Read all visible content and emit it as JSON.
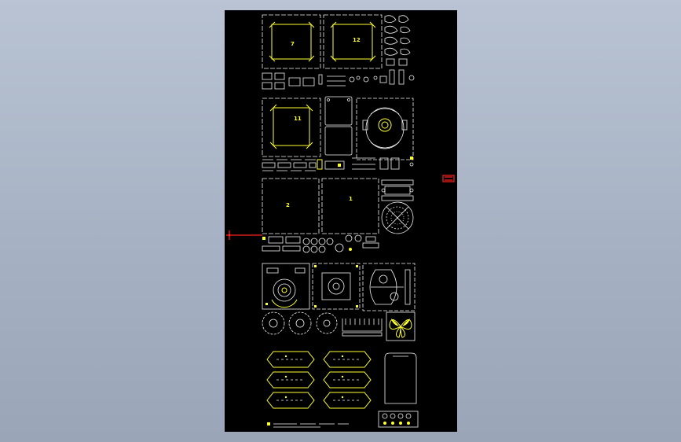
{
  "canvas": {
    "background": "#a9b4c6",
    "sheet_color": "#000000"
  },
  "colors": {
    "outline": "#f2f2f2",
    "highlight": "#ffff33",
    "marker": "#ff2020"
  },
  "part_labels": {
    "p7": "7",
    "p12": "12",
    "p11": "11",
    "p2": "2",
    "p1": "1"
  }
}
